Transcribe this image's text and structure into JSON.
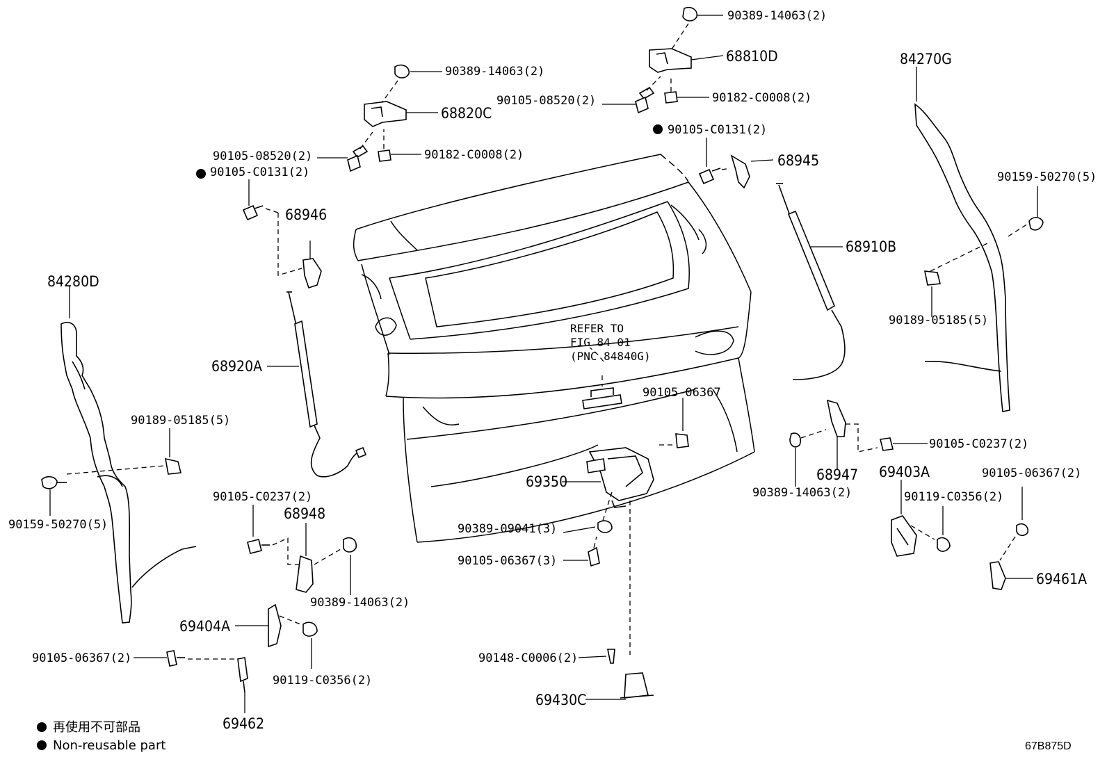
{
  "diagram": {
    "labels": {
      "p90389_top_right": "90389-14063(2)",
      "p68810D": "68810D",
      "p90105_08520_right": "90105-08520(2)",
      "p90182_right": "90182-C0008(2)",
      "p90389_top_left": "90389-14063(2)",
      "p68820C": "68820C",
      "p90105_08520_left": "90105-08520(2)",
      "p90182_left": "90182-C0008(2)",
      "p90105_C0131_left": "90105-C0131(2)",
      "p90105_C0131_right": "90105-C0131(2)",
      "p68945": "68945",
      "p84270G": "84270G",
      "p90159_right": "90159-50270(5)",
      "p68946": "68946",
      "p68910B": "68910B",
      "p90189_right": "90189-05185(5)",
      "p84280D": "84280D",
      "p68920A": "68920A",
      "p90189_left": "90189-05185(5)",
      "p90159_left": "90159-50270(5)",
      "p90105_06367_center": "90105-06367",
      "p68947": "68947",
      "p90105_C0237_right": "90105-C0237(2)",
      "p90389_68947": "90389-14063(2)",
      "p69403A": "69403A",
      "p90105_06367_right": "90105-06367(2)",
      "p90119_right": "90119-C0356(2)",
      "p69350": "69350",
      "p90105_C0237_left": "90105-C0237(2)",
      "p68948": "68948",
      "p90389_09041": "90389-09041(3)",
      "p90105_06367_3": "90105-06367(3)",
      "p90389_68948": "90389-14063(2)",
      "p69461A": "69461A",
      "p69404A": "69404A",
      "p90105_06367_left": "90105-06367(2)",
      "p90119_left": "90119-C0356(2)",
      "p90148": "90148-C0006(2)",
      "p69430C": "69430C",
      "p69462": "69462"
    },
    "refer_note": [
      "REFER TO",
      "FIG 84-01",
      "(PNC 84840G)"
    ],
    "legend": {
      "japanese": "再使用不可部品",
      "english": "Non-reusable part"
    },
    "figure_code": "67B875D"
  }
}
